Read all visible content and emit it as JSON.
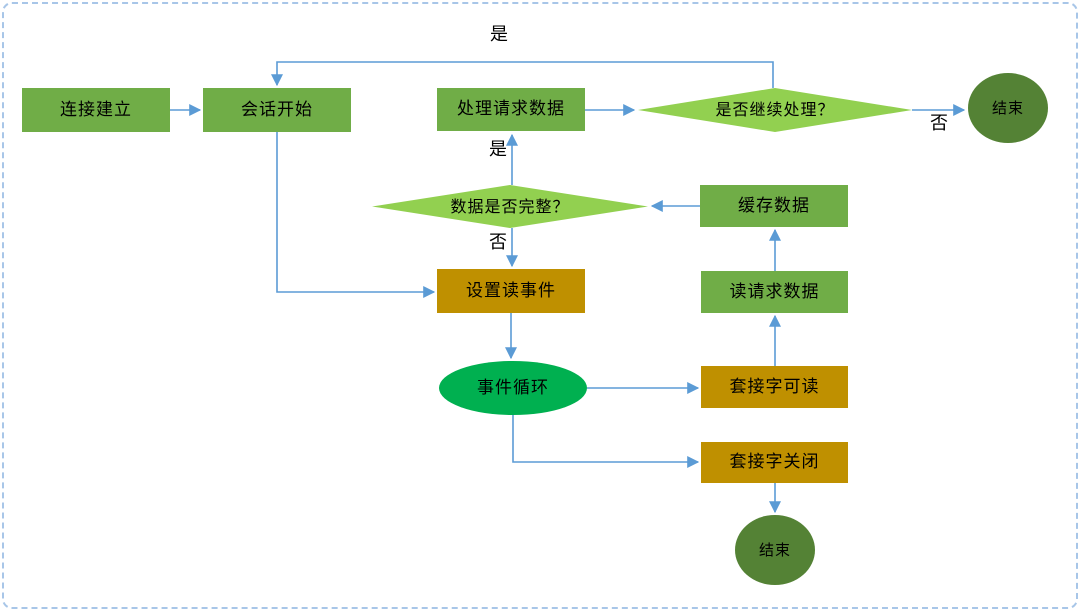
{
  "colors": {
    "arrow": "#5B9BD5",
    "canvas_border": "#A8C6E8",
    "text": "#000000"
  },
  "nodes": {
    "connection_established": {
      "label": "连接建立",
      "shape": "rect",
      "fill": "#70AD47"
    },
    "session_start": {
      "label": "会话开始",
      "shape": "rect",
      "fill": "#70AD47"
    },
    "process_request_data": {
      "label": "处理请求数据",
      "shape": "rect",
      "fill": "#70AD47"
    },
    "continue_processing": {
      "label": "是否继续处理？",
      "shape": "diamond",
      "fill": "#92D050"
    },
    "end_top": {
      "label": "结束",
      "shape": "circle",
      "fill": "#548235"
    },
    "data_complete": {
      "label": "数据是否完整？",
      "shape": "diamond",
      "fill": "#92D050"
    },
    "cache_data": {
      "label": "缓存数据",
      "shape": "rect",
      "fill": "#70AD47"
    },
    "set_read_event": {
      "label": "设置读事件",
      "shape": "rect",
      "fill": "#BF9000"
    },
    "read_request_data": {
      "label": "读请求数据",
      "shape": "rect",
      "fill": "#70AD47"
    },
    "event_loop": {
      "label": "事件循环",
      "shape": "ellipse",
      "fill": "#00B050"
    },
    "socket_readable": {
      "label": "套接字可读",
      "shape": "rect",
      "fill": "#BF9000"
    },
    "socket_closed": {
      "label": "套接字关闭",
      "shape": "rect",
      "fill": "#BF9000"
    },
    "end_bottom": {
      "label": "结束",
      "shape": "circle",
      "fill": "#548235"
    }
  },
  "edge_labels": {
    "loop_yes": "是",
    "continue_no": "否",
    "complete_yes": "是",
    "complete_no": "否"
  }
}
